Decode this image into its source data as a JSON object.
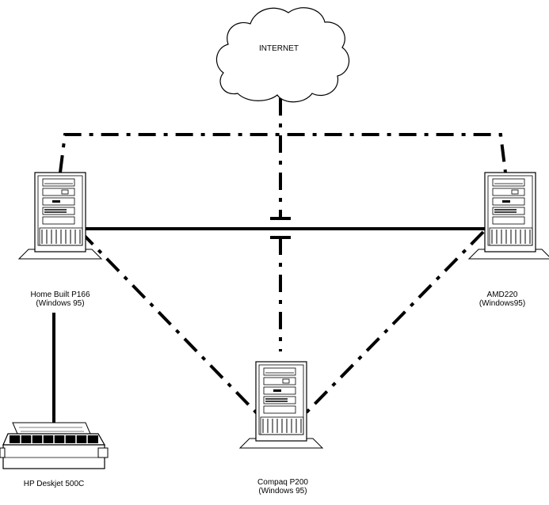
{
  "cloud": {
    "label": "INTERNET"
  },
  "nodes": {
    "home_built": {
      "name": "Home Built P166",
      "os": "(Windows 95)"
    },
    "amd220": {
      "name": "AMD220",
      "os": "(Windows95)"
    },
    "compaq": {
      "name": "Compaq P200",
      "os": "(Windows 95)"
    },
    "printer": {
      "name": "HP Deskjet 500C"
    }
  },
  "colors": {
    "line": "#000000",
    "background": "#ffffff"
  }
}
